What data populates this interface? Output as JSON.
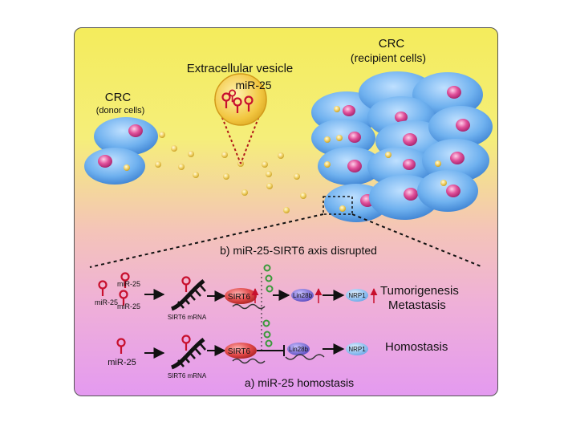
{
  "top": {
    "donor_title": "CRC",
    "donor_sub": "(donor cells)",
    "recipient_title": "CRC",
    "recipient_sub": "(recipient cells)",
    "vesicle_label": "Extracellular vesicle",
    "vesicle_mirna": "miR-25"
  },
  "section_b": {
    "title": "b) miR-25-SIRT6 axis disrupted",
    "mirna_labels": [
      "miR-25",
      "miR-25",
      "miR-25"
    ],
    "mrna_label": "SIRT6 mRNA",
    "protein": "SIRT6",
    "lin28": "Lin28b",
    "nrp1": "NRP1",
    "outcome1": "Tumorigenesis",
    "outcome2": "Metastasis"
  },
  "section_a": {
    "title": "a) miR-25 homostasis",
    "mirna_label": "miR-25",
    "mrna_label": "SIRT6 mRNA",
    "protein": "SIRT6",
    "lin28": "Lin28b",
    "nrp1": "NRP1",
    "outcome": "Homostasis"
  },
  "colors": {
    "cell": "#5fa8e8",
    "nucleus": "#d43a8a",
    "vesicle": "#e8c040",
    "mirna": "#c8102e",
    "arrow": "#111111"
  }
}
